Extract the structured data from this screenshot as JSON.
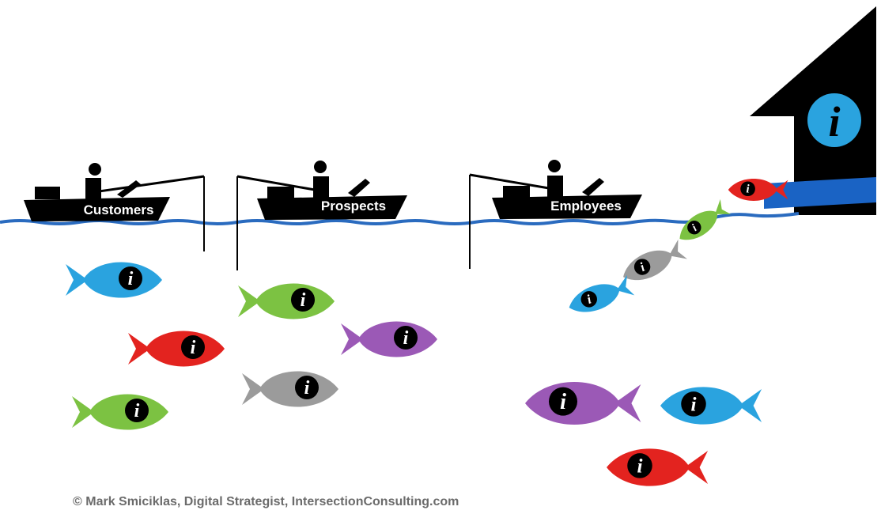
{
  "boats": [
    {
      "label": "Customers"
    },
    {
      "label": "Prospects"
    },
    {
      "label": "Employees"
    }
  ],
  "info_glyph": "i",
  "colors": {
    "blue": "#2aa3df",
    "red": "#e3231f",
    "green": "#7cc242",
    "purple": "#9b59b6",
    "gray": "#9b9b9b",
    "water": "#2a6bbf",
    "house": "#000000",
    "pipe": "#1a63c4"
  },
  "fish": [
    {
      "color": "blue",
      "icon": "info-icon"
    },
    {
      "color": "red",
      "icon": "info-icon"
    },
    {
      "color": "green",
      "icon": "info-icon"
    },
    {
      "color": "green",
      "icon": "info-icon"
    },
    {
      "color": "purple",
      "icon": "info-icon"
    },
    {
      "color": "gray",
      "icon": "info-icon"
    },
    {
      "color": "red",
      "icon": "info-icon"
    },
    {
      "color": "green",
      "icon": "info-icon"
    },
    {
      "color": "gray",
      "icon": "info-icon"
    },
    {
      "color": "blue",
      "icon": "info-icon"
    },
    {
      "color": "purple",
      "icon": "info-icon"
    },
    {
      "color": "blue",
      "icon": "info-icon"
    },
    {
      "color": "red",
      "icon": "info-icon"
    }
  ],
  "credit": "© Mark Smiciklas, Digital Strategist, IntersectionConsulting.com"
}
